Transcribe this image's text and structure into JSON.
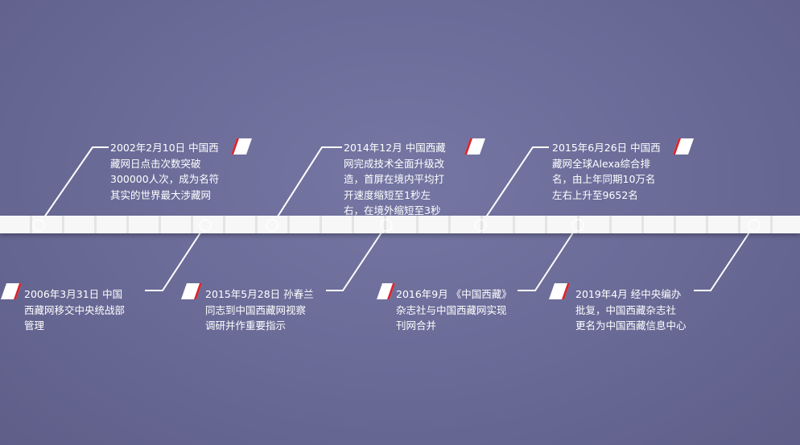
{
  "events_upper": [
    {
      "lines": [
        "2002年2月10日 中国西",
        "藏网日点击次数突破",
        "300000人次，成为名符",
        "其实的世界最大涉藏网"
      ]
    },
    {
      "lines": [
        "2014年12月 中国西藏",
        "网完成技术全面升级改",
        "造，首屏在境内平均打",
        "开速度缩短至1秒左",
        "右，在境外缩短至3秒"
      ]
    },
    {
      "lines": [
        "2015年6月26日 中国西",
        "藏网全球Alexa综合排",
        "名，由上年同期10万名",
        "左右上升至9652名"
      ]
    }
  ],
  "events_lower": [
    {
      "lines": [
        "2006年3月31日  中国",
        "西藏网移交中央统战部",
        "管理"
      ]
    },
    {
      "lines": [
        "2015年5月28日 孙春兰",
        "同志到中国西藏网视察",
        "调研并作重要指示"
      ]
    },
    {
      "lines": [
        "2016年9月 《中国西藏》",
        "杂志社与中国西藏网实现",
        "刊网合并"
      ]
    },
    {
      "lines": [
        "2019年4月 经中央编办",
        "批复，中国西藏杂志社",
        "更名为中国西藏信息中心"
      ]
    }
  ],
  "colors": {
    "accent": "#d8262e",
    "band": "#f7f7f7"
  }
}
